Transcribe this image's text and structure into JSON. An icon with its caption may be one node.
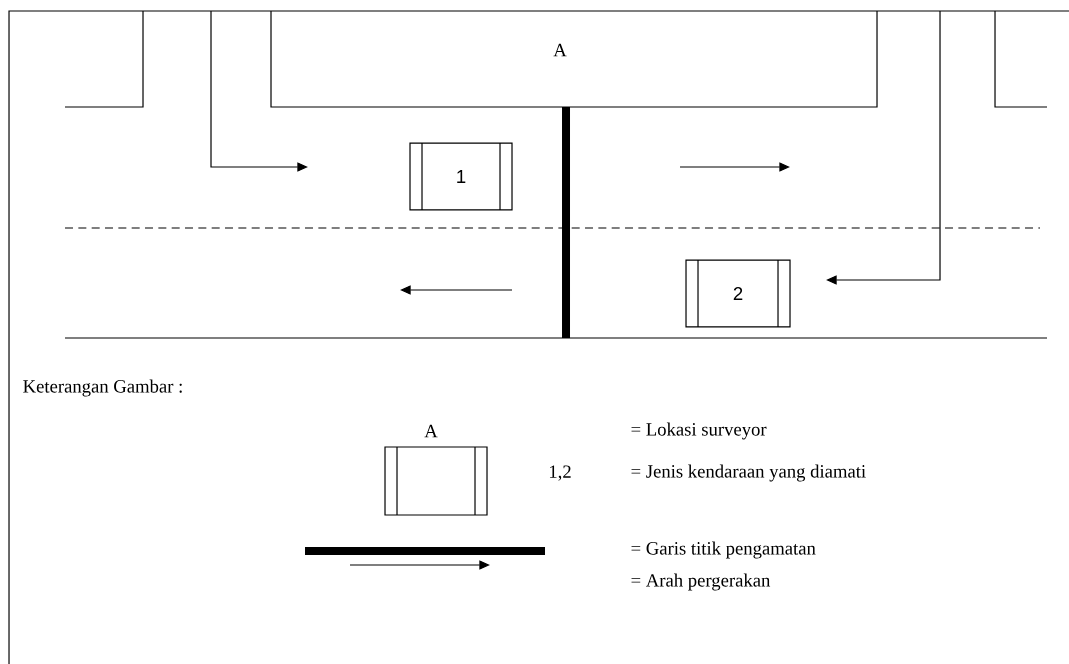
{
  "diagram": {
    "nodes": [
      {
        "text": [
          "A"
        ]
      },
      {
        "text": [
          "1"
        ]
      },
      {
        "text": [
          "2"
        ]
      },
      {
        "text": [],
        "shape": "box"
      }
    ],
    "labels": [
      "Keterangan Gambar :",
      "A",
      "= Lokasi surveyor",
      "1,2",
      "= Jenis kendaraan yang diamati",
      "= Garis titik pengamatan",
      "= Arah pergerakan"
    ]
  }
}
